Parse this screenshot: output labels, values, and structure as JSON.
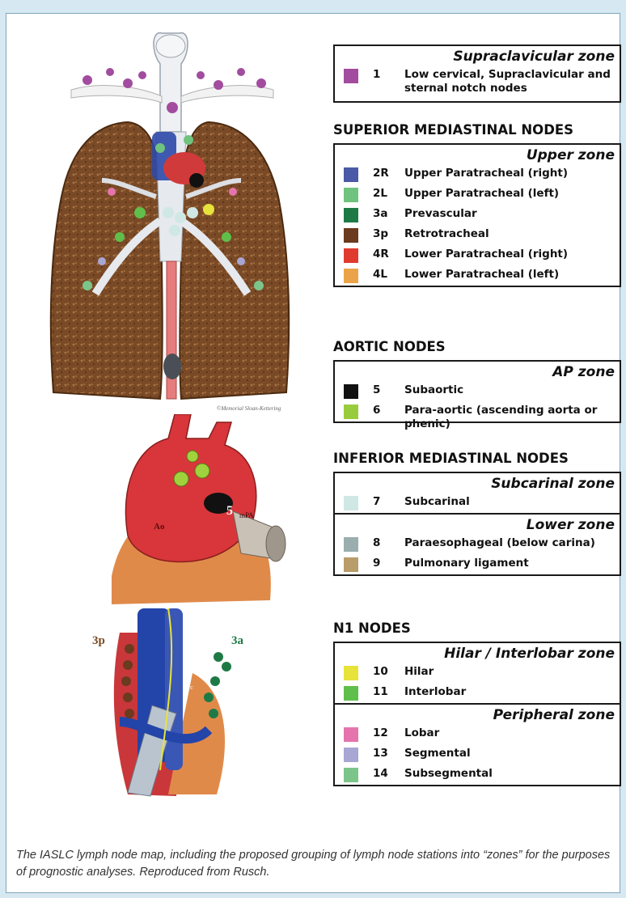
{
  "zones": {
    "supraclavicular": {
      "title": "Supraclavicular zone",
      "items": [
        {
          "num": "1",
          "label": "Low cervical, Supraclavicular and sternal notch nodes",
          "color": "#a24c9f"
        }
      ]
    },
    "upper": {
      "title": "Upper zone",
      "items": [
        {
          "num": "2R",
          "label": "Upper Paratracheal (right)",
          "color": "#4a5aa6"
        },
        {
          "num": "2L",
          "label": "Upper Paratracheal (left)",
          "color": "#6fc37f"
        },
        {
          "num": "3a",
          "label": "Prevascular",
          "color": "#1e7a45"
        },
        {
          "num": "3p",
          "label": "Retrotracheal",
          "color": "#6b3a1f"
        },
        {
          "num": "4R",
          "label": "Lower Paratracheal (right)",
          "color": "#e03a2f"
        },
        {
          "num": "4L",
          "label": "Lower Paratracheal (left)",
          "color": "#eba34a"
        }
      ]
    },
    "ap": {
      "title": "AP zone",
      "items": [
        {
          "num": "5",
          "label": "Subaortic",
          "color": "#111111"
        },
        {
          "num": "6",
          "label": "Para-aortic (ascending aorta or phenic)",
          "color": "#99cc3c"
        }
      ]
    },
    "subcarinal": {
      "title": "Subcarinal zone",
      "items": [
        {
          "num": "7",
          "label": "Subcarinal",
          "color": "#cfe8e5"
        }
      ]
    },
    "lower": {
      "title": "Lower zone",
      "items": [
        {
          "num": "8",
          "label": "Paraesophageal (below carina)",
          "color": "#9aaeb0"
        },
        {
          "num": "9",
          "label": "Pulmonary ligament",
          "color": "#b89c6a"
        }
      ]
    },
    "hilar": {
      "title": "Hilar / Interlobar zone",
      "items": [
        {
          "num": "10",
          "label": "Hilar",
          "color": "#e7e33a"
        },
        {
          "num": "11",
          "label": "Interlobar",
          "color": "#5fbf4a"
        }
      ]
    },
    "peripheral": {
      "title": "Peripheral zone",
      "items": [
        {
          "num": "12",
          "label": "Lobar",
          "color": "#e574ad"
        },
        {
          "num": "13",
          "label": "Segmental",
          "color": "#a8a6d3"
        },
        {
          "num": "14",
          "label": "Subsegmental",
          "color": "#7cc58a"
        }
      ]
    }
  },
  "sections": {
    "superior": "SUPERIOR MEDIASTINAL NODES",
    "aortic": "AORTIC NODES",
    "inferior": "INFERIOR MEDIASTINAL NODES",
    "n1": "N1 NODES"
  },
  "illustration_labels": {
    "ao": "Ao",
    "five": "5",
    "mpa": "mPA",
    "three_p": "3p",
    "three_a": "3a",
    "svc": "svc",
    "signature": "©Memorial Sloan-Kettering"
  },
  "caption": "The IASLC lymph node map, including the proposed grouping of lymph node stations into “zones” for the purposes of prognostic analyses. Reproduced from Rusch."
}
